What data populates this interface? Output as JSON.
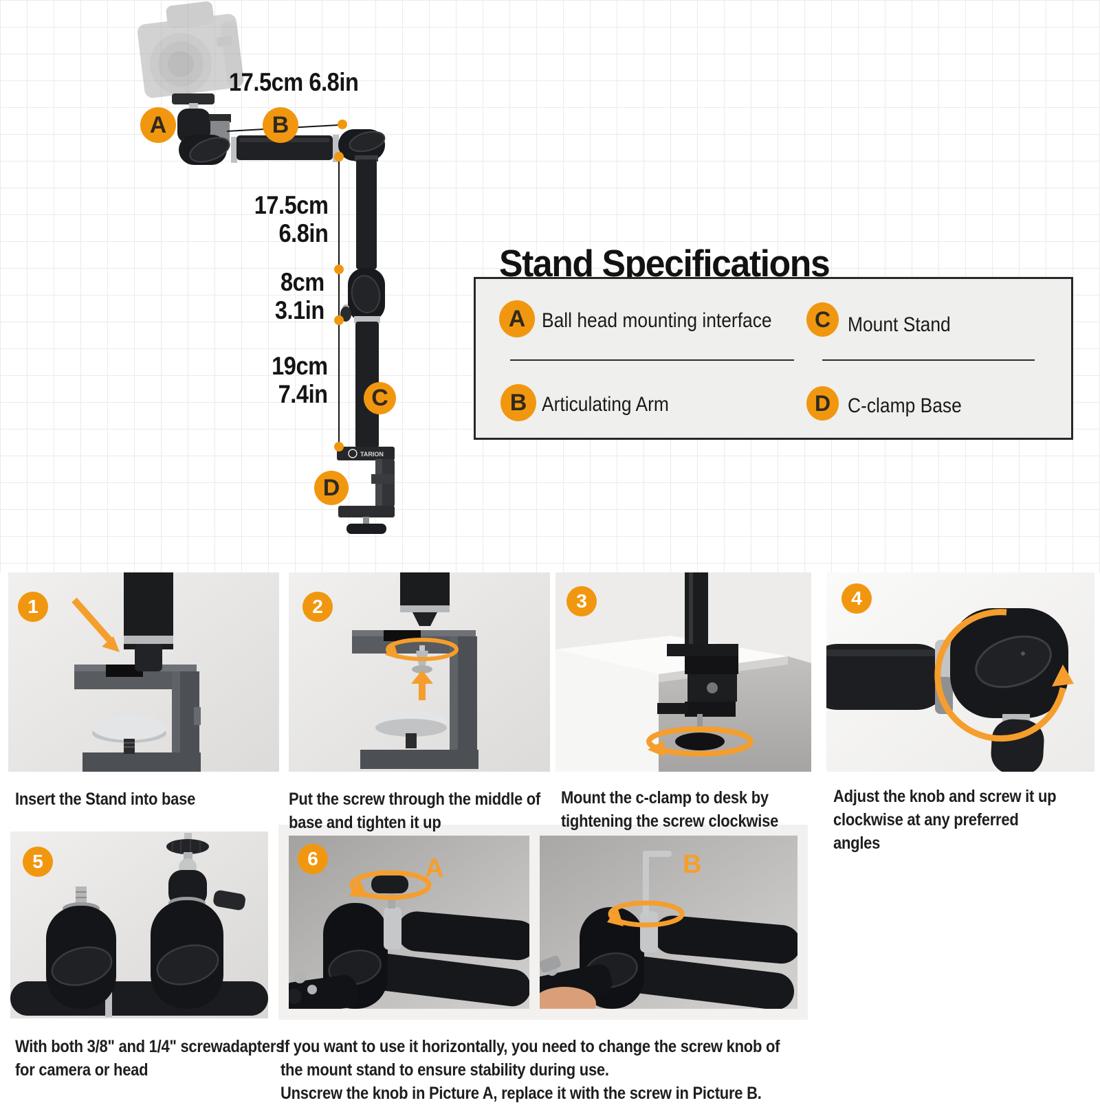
{
  "colors": {
    "accent": "#F1970F",
    "arrow": "#F59E2D"
  },
  "diagram": {
    "arm_measure": "17.5cm 6.8in",
    "seg1_cm": "17.5cm",
    "seg1_in": "6.8in",
    "seg2_cm": "8cm",
    "seg2_in": "3.1in",
    "seg3_cm": "19cm",
    "seg3_in": "7.4in",
    "markers": {
      "a": "A",
      "b": "B",
      "c": "C",
      "d": "D"
    },
    "brand": "TARION"
  },
  "specs": {
    "title": "Stand Specifications",
    "items": [
      {
        "key": "A",
        "label": "Ball head mounting interface"
      },
      {
        "key": "C",
        "label": "Mount Stand"
      },
      {
        "key": "B",
        "label": "Articulating Arm"
      },
      {
        "key": "D",
        "label": "C-clamp Base"
      }
    ]
  },
  "steps": [
    {
      "num": "1",
      "caption": "Insert the Stand into base"
    },
    {
      "num": "2",
      "caption": "Put the screw through the middle of\nbase and tighten it up"
    },
    {
      "num": "3",
      "caption": "Mount the c-clamp to desk by\ntightening the screw clockwise"
    },
    {
      "num": "4",
      "caption": "Adjust the knob and screw it up\nclockwise at any preferred angles"
    },
    {
      "num": "5",
      "caption": "With both 3/8\" and 1/4\" screwadapters\nfor camera or head"
    },
    {
      "num": "6",
      "caption": "If you want to use it horizontally, you need to change the screw knob of\nthe mount stand to ensure stability during use.\nUnscrew the knob in Picture A, replace it with the screw in Picture B.",
      "photo_a_label": "A",
      "photo_b_label": "B"
    }
  ]
}
